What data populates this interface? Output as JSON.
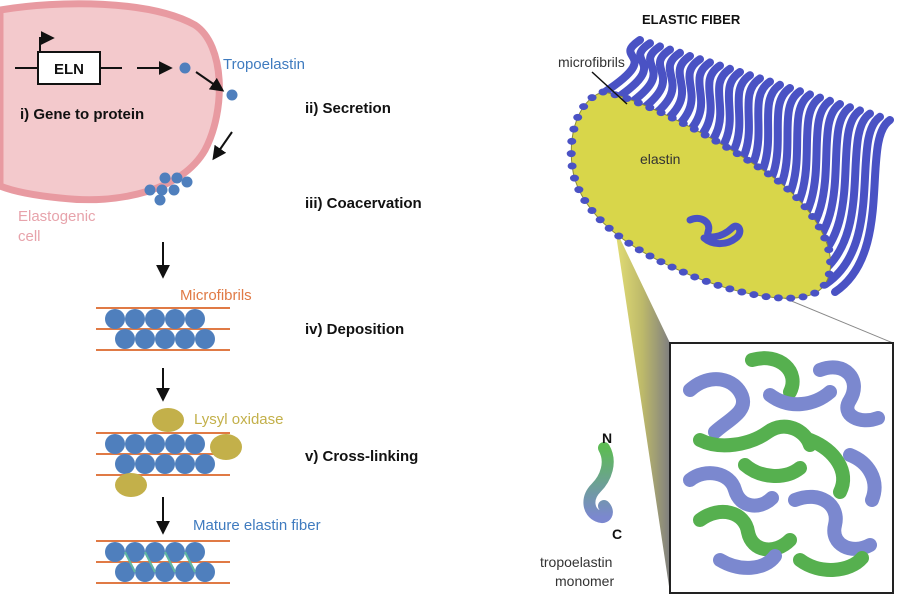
{
  "left": {
    "gene": "ELN",
    "protein_label": "Tropoelastin",
    "cell_label_1": "Elastogenic",
    "cell_label_2": "cell",
    "microfibrils_label": "Microfibrils",
    "lysyl_label": "Lysyl oxidase",
    "mature_label": "Mature elastin fiber",
    "steps": [
      "i) Gene to protein",
      "ii) Secretion",
      "iii) Coacervation",
      "iv) Deposition",
      "v) Cross-linking"
    ]
  },
  "right": {
    "title": "ELASTIC FIBER",
    "microfibrils_label": "microfibrils",
    "elastin_label": "elastin",
    "n_label": "N",
    "c_label": "C",
    "monomer_label_1": "tropoelastin",
    "monomer_label_2": "monomer"
  },
  "colors": {
    "cell_fill": "#f3c9cc",
    "cell_stroke": "#e89aa1",
    "cell_text": "#e7a3ab",
    "protein_blue": "#4f7fbd",
    "label_blue": "#3f7bbf",
    "fibril_orange": "#e07a45",
    "enzyme_olive": "#c3b04a",
    "elastin_yellow": "#d8d64a",
    "microfibril_blue": "#4a52c4",
    "monomer_green": "#56b04f",
    "monomer_purple": "#7b88cf"
  }
}
